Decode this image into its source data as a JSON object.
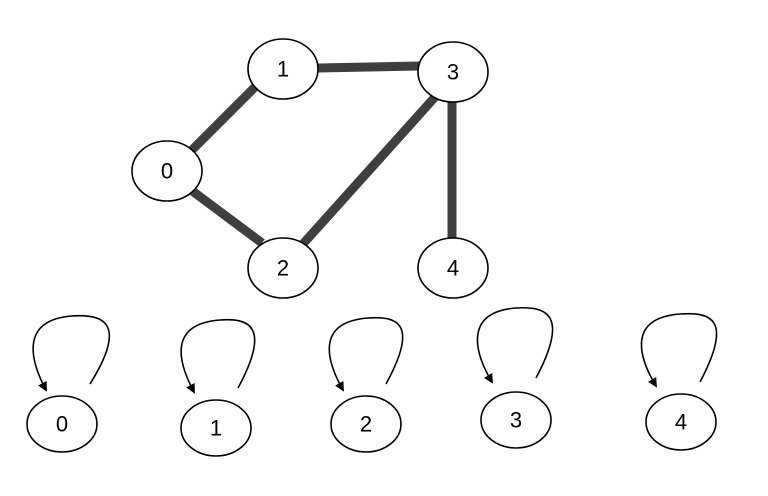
{
  "graph": {
    "nodes": [
      {
        "id": "0",
        "label": "0"
      },
      {
        "id": "1",
        "label": "1"
      },
      {
        "id": "2",
        "label": "2"
      },
      {
        "id": "3",
        "label": "3"
      },
      {
        "id": "4",
        "label": "4"
      }
    ],
    "edges": [
      {
        "from": "0",
        "to": "1"
      },
      {
        "from": "1",
        "to": "3"
      },
      {
        "from": "0",
        "to": "2"
      },
      {
        "from": "2",
        "to": "3"
      },
      {
        "from": "3",
        "to": "4"
      }
    ]
  },
  "self_loops": [
    {
      "id": "0",
      "label": "0"
    },
    {
      "id": "1",
      "label": "1"
    },
    {
      "id": "2",
      "label": "2"
    },
    {
      "id": "3",
      "label": "3"
    },
    {
      "id": "4",
      "label": "4"
    }
  ],
  "colors": {
    "edge": "#3f3f3f",
    "node_stroke": "#000000",
    "node_fill": "#ffffff",
    "text": "#000000"
  }
}
